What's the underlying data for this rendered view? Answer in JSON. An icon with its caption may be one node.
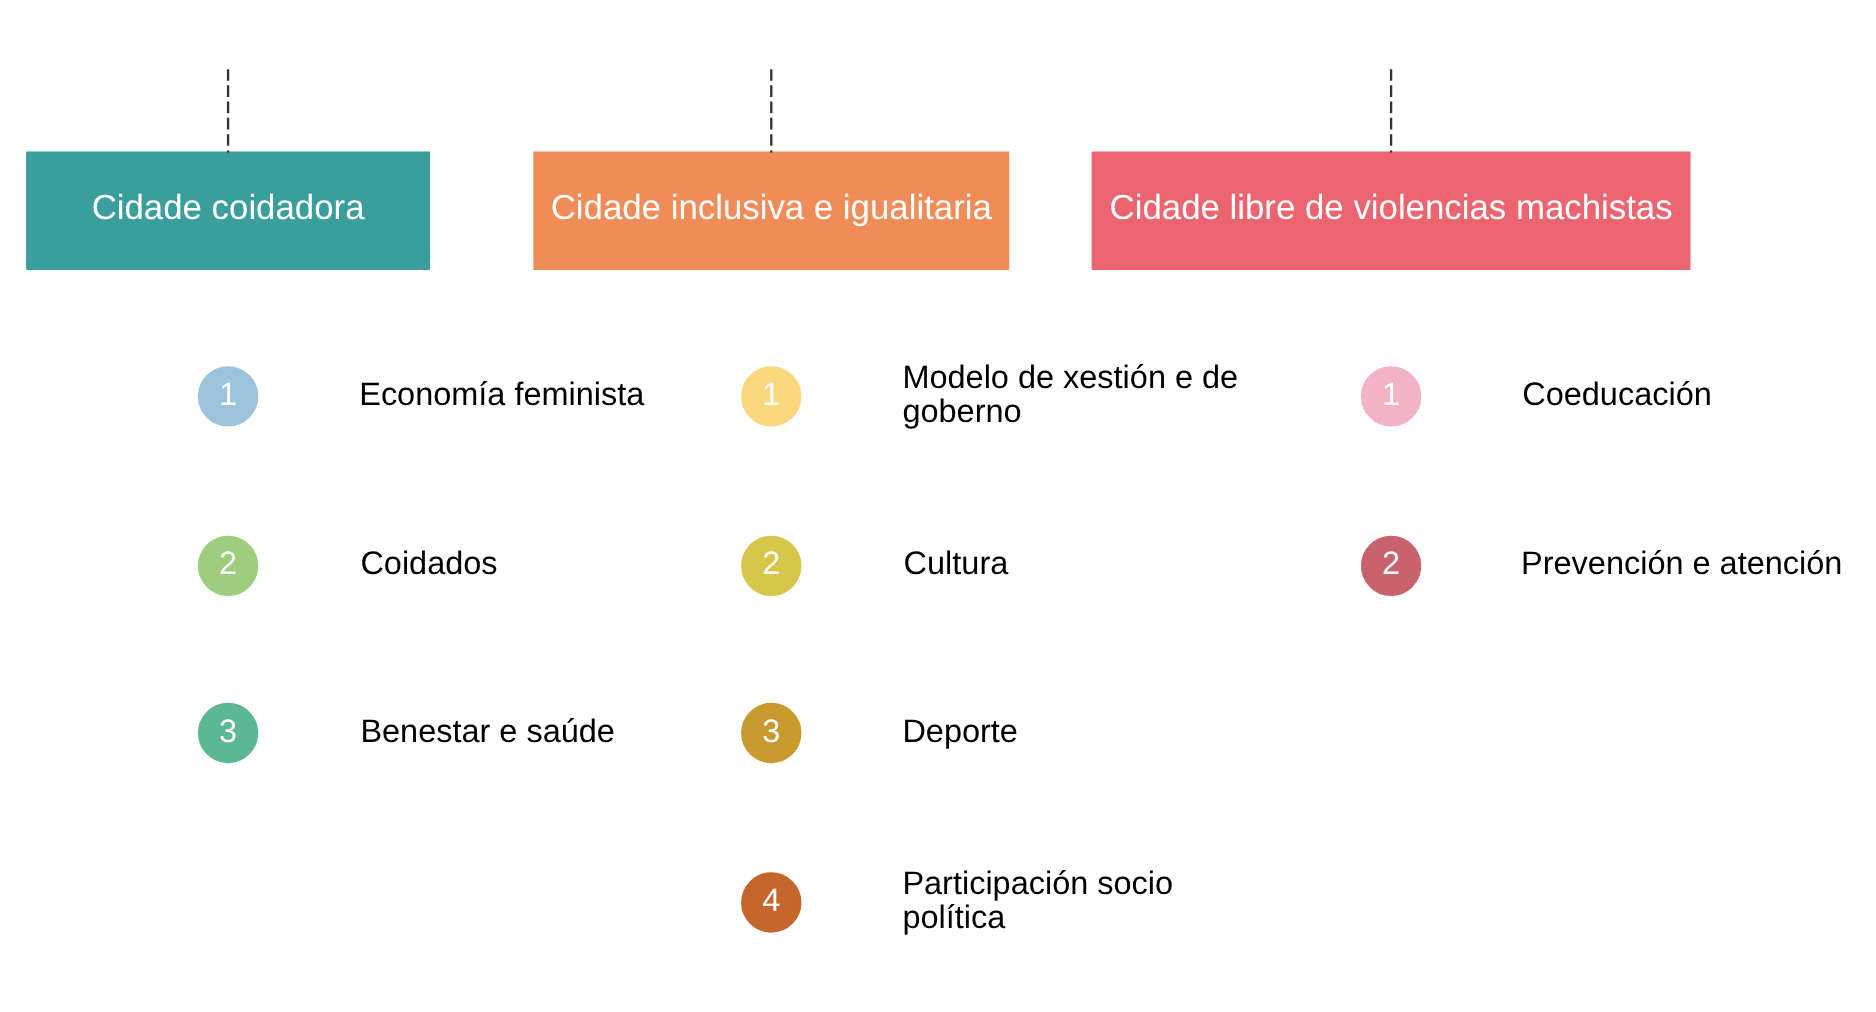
{
  "diagram": {
    "nodes": [
      {
        "text": [
          "Cidade coidadora"
        ]
      },
      {
        "text": [
          "Cidade inclusiva e igualitaria"
        ]
      },
      {
        "text": [
          "Cidade libre de violencias machistas"
        ]
      },
      {
        "text": [
          "1"
        ],
        "beside": [
          "Economía feminista"
        ]
      },
      {
        "text": [
          "2"
        ],
        "beside": [
          "Coidados"
        ]
      },
      {
        "text": [
          "3"
        ],
        "beside": [
          "Benestar e saúde"
        ]
      },
      {
        "text": [
          "1"
        ],
        "beside": [
          "Modelo de xestión e de goberno"
        ]
      },
      {
        "text": [
          "2"
        ],
        "beside": [
          "Cultura"
        ]
      },
      {
        "text": [
          "3"
        ],
        "beside": [
          "Deporte"
        ]
      },
      {
        "text": [
          "4"
        ],
        "beside": [
          "Participación socio política"
        ]
      },
      {
        "text": [
          "1"
        ],
        "beside": [
          "Coeducación"
        ]
      },
      {
        "text": [
          "2"
        ],
        "beside": [
          "Prevención e atención"
        ]
      }
    ],
    "edges": [
      {
        "from": null,
        "to": 0,
        "arrow": "none",
        "style": "dashed"
      },
      {
        "from": null,
        "to": 1,
        "arrow": "none",
        "style": "dashed"
      },
      {
        "from": null,
        "to": 2,
        "arrow": "none",
        "style": "dashed"
      }
    ]
  }
}
